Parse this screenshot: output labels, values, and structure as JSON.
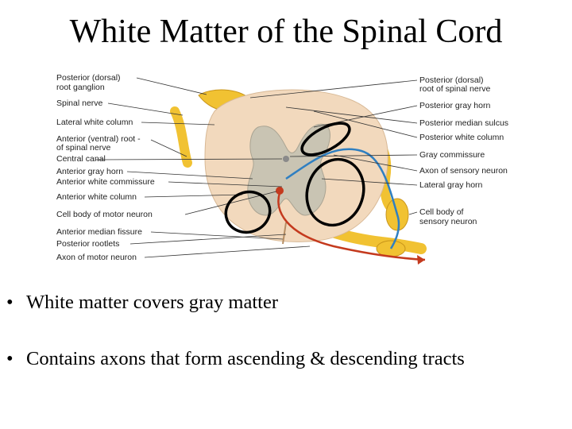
{
  "slide": {
    "title": "White Matter of the Spinal Cord"
  },
  "figure": {
    "left_labels": [
      "Posterior (dorsal)",
      "root ganglion",
      "Spinal nerve",
      "Lateral white column",
      "Anterior (ventral) root -",
      "of spinal nerve",
      "Central canal",
      "Anterior gray horn",
      "Anterior white commissure",
      "Anterior white column",
      "Cell body of motor neuron",
      "Anterior median fissure",
      "Posterior rootlets",
      "Axon of motor neuron"
    ],
    "right_labels": [
      "Posterior (dorsal)",
      "root of spinal nerve",
      "Posterior gray horn",
      "Posterior median sulcus",
      "Posterior white column",
      "Gray commissure",
      "Axon of sensory neuron",
      "Lateral gray horn",
      "Cell body of",
      "sensory neuron"
    ],
    "colors": {
      "white_matter": "#f2d9bd",
      "gray_matter": "#c9c4b3",
      "nerve": "#f1c232",
      "sensory_neuron": "#2f7fc1",
      "motor_neuron": "#c43a1e",
      "highlight_outline": "#000000"
    }
  },
  "bullets": [
    {
      "symbol": "•",
      "text": "White matter covers gray matter"
    },
    {
      "symbol": "•",
      "text": "Contains axons that form ascending & descending tracts"
    }
  ]
}
